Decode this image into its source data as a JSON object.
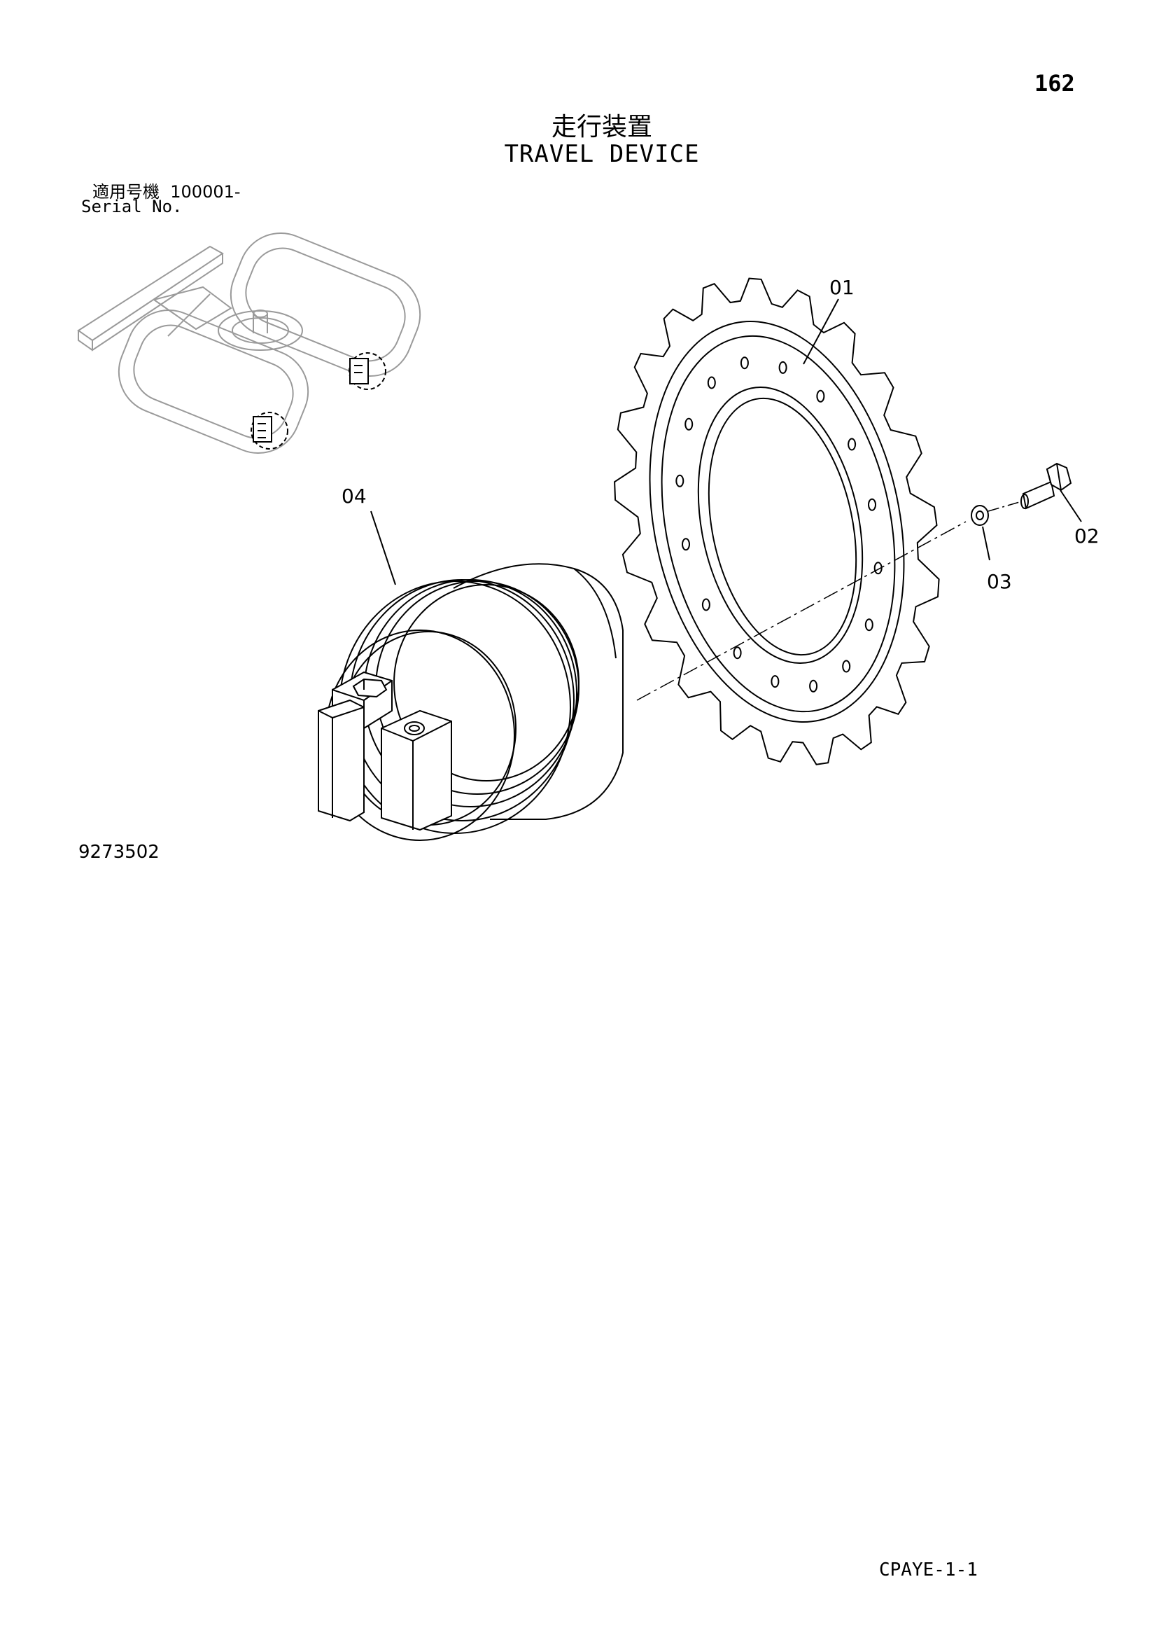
{
  "page_number": "162",
  "title": {
    "japanese": "走行装置",
    "english": "TRAVEL DEVICE"
  },
  "serial": {
    "label_jp": "適用号機",
    "number": "100001-",
    "label_en": "Serial No."
  },
  "callouts": [
    {
      "id": "01"
    },
    {
      "id": "02"
    },
    {
      "id": "03"
    },
    {
      "id": "04"
    }
  ],
  "drawing_number": "9273502",
  "footer_code": "CPAYE-1-1",
  "icons": [
    "undercarriage-thumbnail-icon",
    "sprocket-icon",
    "bolt-icon",
    "washer-icon",
    "travel-motor-icon"
  ]
}
